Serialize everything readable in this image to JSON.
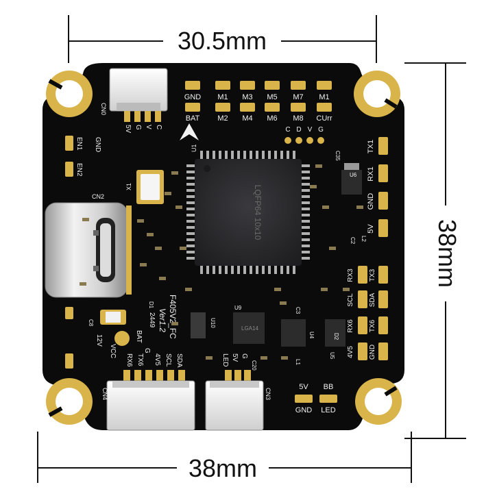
{
  "dimensions": {
    "top_width": "30.5mm",
    "bottom_width": "38mm",
    "side_height": "38mm"
  },
  "board": {
    "model_label": "F405V2_FC",
    "version_label": "Ver1.2",
    "date_code": "2449",
    "mcu_label": "LQFP64 10x10",
    "top_pads_row1": [
      "GND",
      "M1",
      "M3",
      "M5",
      "M7",
      "M1"
    ],
    "top_pads_row2": [
      "BAT",
      "M2",
      "M4",
      "M6",
      "M8",
      "CUrr"
    ],
    "cn0_labels": [
      "5V",
      "G",
      "V",
      "C"
    ],
    "cn0_name": "CN0",
    "top_small_labels": [
      "C",
      "D",
      "V",
      "G"
    ],
    "left_labels": [
      "EN1",
      "GND",
      "EN2"
    ],
    "usb_label": "CN2",
    "x1_label": "X1",
    "u1_label": "U1",
    "right_pads": [
      "TX1",
      "RX1",
      "GND",
      "5V"
    ],
    "right_pads2": [
      "RX3",
      "TX3",
      "SCL",
      "SDA",
      "RX6",
      "TX6",
      "4V5",
      "GND"
    ],
    "bottom_left_labels": [
      "12V",
      "VCC",
      "BAT",
      "G",
      "RX6",
      "TX6",
      "4V5",
      "SCL",
      "SDA"
    ],
    "bottom_connector_names": [
      "CN4",
      "CN3"
    ],
    "led_labels": [
      "LED",
      "5V",
      "G"
    ],
    "bottom_right_pads": [
      "5V",
      "BB",
      "GND",
      "LED"
    ],
    "component_labels": [
      "C8",
      "D1",
      "U10",
      "U9",
      "LGA14",
      "C3",
      "U4",
      "L1",
      "C20",
      "U5",
      "C2",
      "U6",
      "C35",
      "D2",
      "L2"
    ]
  },
  "colors": {
    "pcb": "#0b0b0b",
    "gold": "#d9b44a",
    "silkscreen": "#f2f2f2",
    "chip": "#2a2a2c",
    "connector": "#e8e8e8"
  }
}
